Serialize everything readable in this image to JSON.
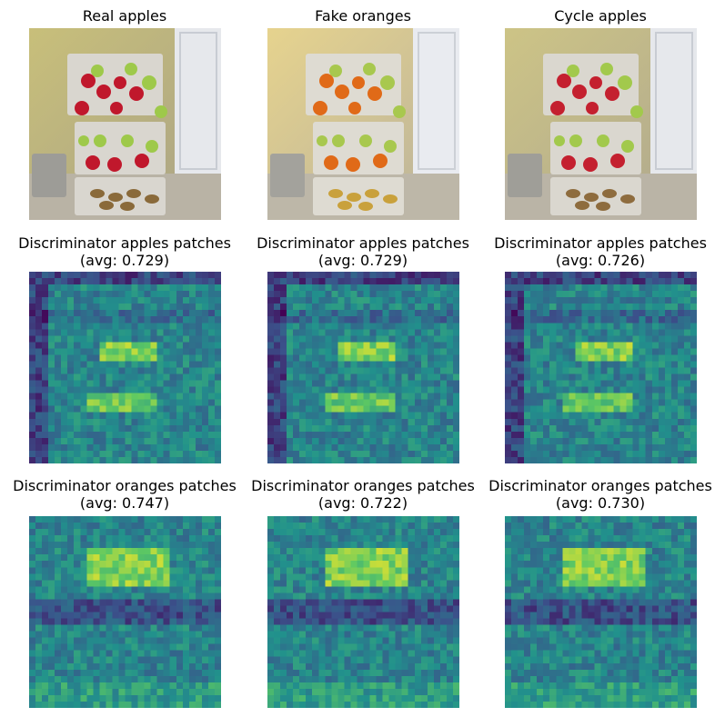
{
  "figure": {
    "rows": [
      {
        "panels": [
          {
            "title": "Real apples",
            "kind": "photo",
            "variant": "real"
          },
          {
            "title": "Fake oranges",
            "kind": "photo",
            "variant": "fake"
          },
          {
            "title": "Cycle apples",
            "kind": "photo",
            "variant": "cycle"
          }
        ]
      },
      {
        "panels": [
          {
            "title": "Discriminator apples patches",
            "avg": "(avg: 0.729)",
            "kind": "heatmap",
            "colormap": "viridis"
          },
          {
            "title": "Discriminator apples patches",
            "avg": "(avg: 0.729)",
            "kind": "heatmap",
            "colormap": "viridis"
          },
          {
            "title": "Discriminator apples patches",
            "avg": "(avg: 0.726)",
            "kind": "heatmap",
            "colormap": "viridis"
          }
        ]
      },
      {
        "panels": [
          {
            "title": "Discriminator oranges patches",
            "avg": "(avg: 0.747)",
            "kind": "heatmap",
            "colormap": "viridis"
          },
          {
            "title": "Discriminator oranges patches",
            "avg": "(avg: 0.722)",
            "kind": "heatmap",
            "colormap": "viridis"
          },
          {
            "title": "Discriminator oranges patches",
            "avg": "(avg: 0.730)",
            "kind": "heatmap",
            "colormap": "viridis"
          }
        ]
      }
    ]
  }
}
